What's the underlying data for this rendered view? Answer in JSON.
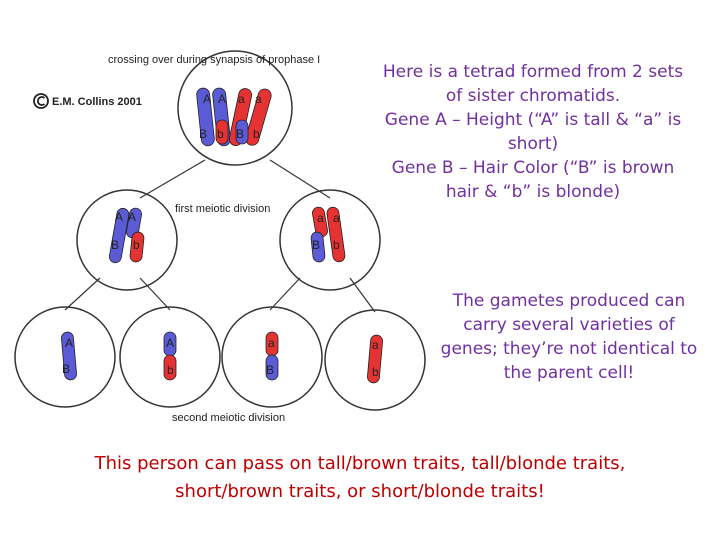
{
  "figure": {
    "title": "crossing over during synapsis of prophase I",
    "copyright": "E.M. Collins 2001",
    "first_division_label": "first meiotic division",
    "second_division_label": "second meiotic division",
    "alleles": {
      "A_upper": "A",
      "a_lower": "a",
      "B_upper": "B",
      "b_lower": "b"
    },
    "colors": {
      "maternal": "#5b5bd6",
      "paternal": "#e53333",
      "cell_outline": "#333333"
    }
  },
  "text": {
    "description_lines": [
      "Here is a tetrad formed from 2 sets",
      "of sister chromatids.",
      "Gene A – Height (“A” is tall & “a” is",
      "short)",
      "Gene B – Hair Color (“B” is brown",
      "hair & “b” is blonde)"
    ],
    "gametes_lines": [
      "The gametes produced can",
      "carry several varieties of",
      "genes; they’re not identical to",
      "the parent cell!"
    ],
    "summary_lines": [
      "This person can pass on tall/brown traits, tall/blonde traits,",
      "short/brown traits, or short/blonde traits!"
    ],
    "colors": {
      "description": "#7030a0",
      "summary": "#c00000"
    }
  }
}
